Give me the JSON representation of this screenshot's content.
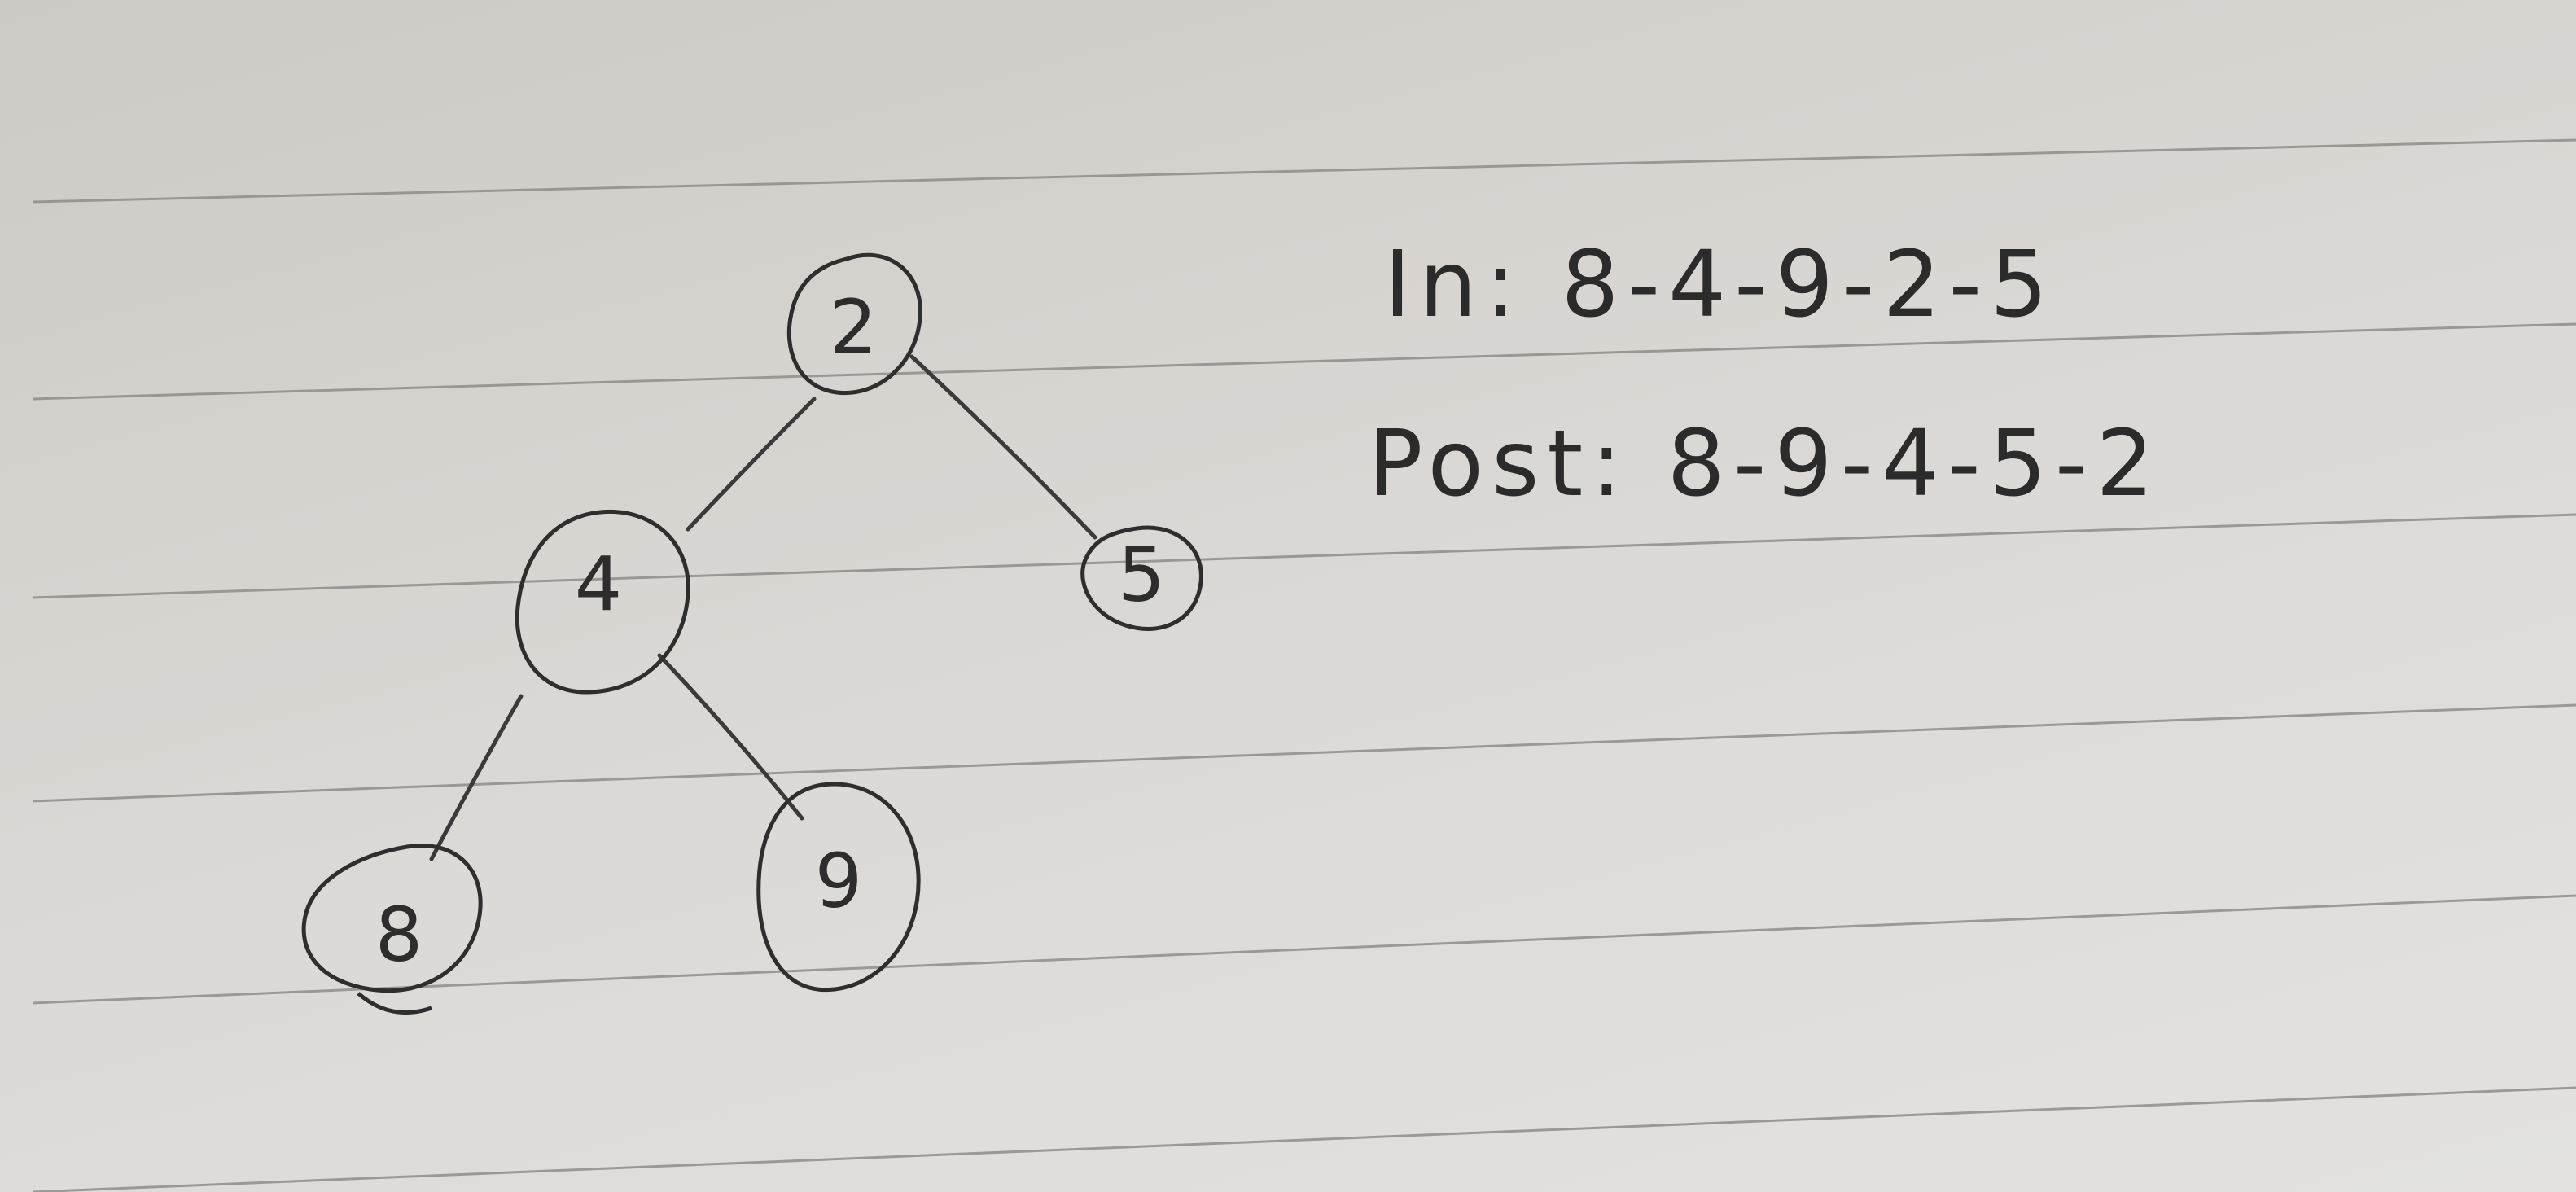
{
  "tree": {
    "nodes": [
      {
        "id": "n2",
        "label": "2"
      },
      {
        "id": "n4",
        "label": "4"
      },
      {
        "id": "n5",
        "label": "5"
      },
      {
        "id": "n8",
        "label": "8"
      },
      {
        "id": "n9",
        "label": "9"
      }
    ],
    "edges": [
      {
        "from": "2",
        "to": "4"
      },
      {
        "from": "2",
        "to": "5"
      },
      {
        "from": "4",
        "to": "8"
      },
      {
        "from": "4",
        "to": "9"
      }
    ]
  },
  "notes": {
    "inorder": "In: 8-4-9-2-5",
    "postorder": "Post: 8-9-4-5-2"
  },
  "colors": {
    "paper": "#dad7d4",
    "ink": "#2e2e2e",
    "rule": "#8f8c8c"
  }
}
